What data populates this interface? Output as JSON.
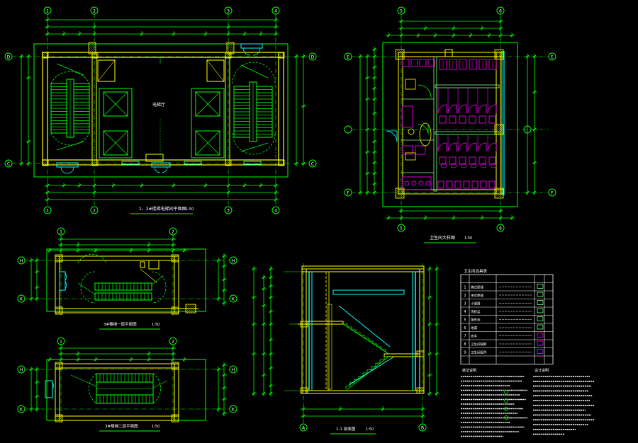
{
  "drawing": {
    "background": "#000000",
    "colors": {
      "wall": "#ffff00",
      "grid": "#00ff00",
      "dim": "#00ff00",
      "text": "#ffffff",
      "cyan": "#00ffff",
      "magenta": "#ff00ff",
      "green_light": "#80ff80"
    }
  },
  "views": {
    "plan_main": {
      "grid_top": [
        "1",
        "2",
        "3",
        "4"
      ],
      "grid_side": [
        "D",
        "C"
      ],
      "room_label": "电梯厅",
      "title": "1、2#楼梯电梯间平面图",
      "scale": "1:50"
    },
    "plan_toilet": {
      "grid_top": [
        "5",
        "6"
      ],
      "grid_side": [
        "E",
        "F"
      ],
      "title": "卫生间大样图",
      "scale": "1:50"
    },
    "stair_plan_1": {
      "grid_top": [
        "1",
        "2"
      ],
      "grid_side": [
        "H",
        "K"
      ],
      "title": "3#楼梯一层平面图",
      "scale": "1:50"
    },
    "stair_plan_2": {
      "grid_top": [
        "1",
        "2"
      ],
      "grid_side": [
        "H",
        "K"
      ],
      "title": "3#楼梯二层平面图",
      "scale": "1:50"
    },
    "section": {
      "grid_bottom": [
        "A",
        "B"
      ],
      "title": "1-1 剖面图",
      "scale": "1:50"
    }
  },
  "table": {
    "title": "卫生间洁具表",
    "rows": [
      {
        "no": "1",
        "name": "蹲式便器"
      },
      {
        "no": "2",
        "name": "坐式便器"
      },
      {
        "no": "3",
        "name": "小便器"
      },
      {
        "no": "4",
        "name": "洗脸盆"
      },
      {
        "no": "5",
        "name": "拖布池"
      },
      {
        "no": "6",
        "name": "地漏"
      },
      {
        "no": "7",
        "name": "扶手"
      },
      {
        "no": "8",
        "name": "卫生间隔断"
      },
      {
        "no": "9",
        "name": "卫生间配件"
      }
    ]
  },
  "notes": {
    "left_title": "做法说明",
    "right_title": "设计说明"
  }
}
